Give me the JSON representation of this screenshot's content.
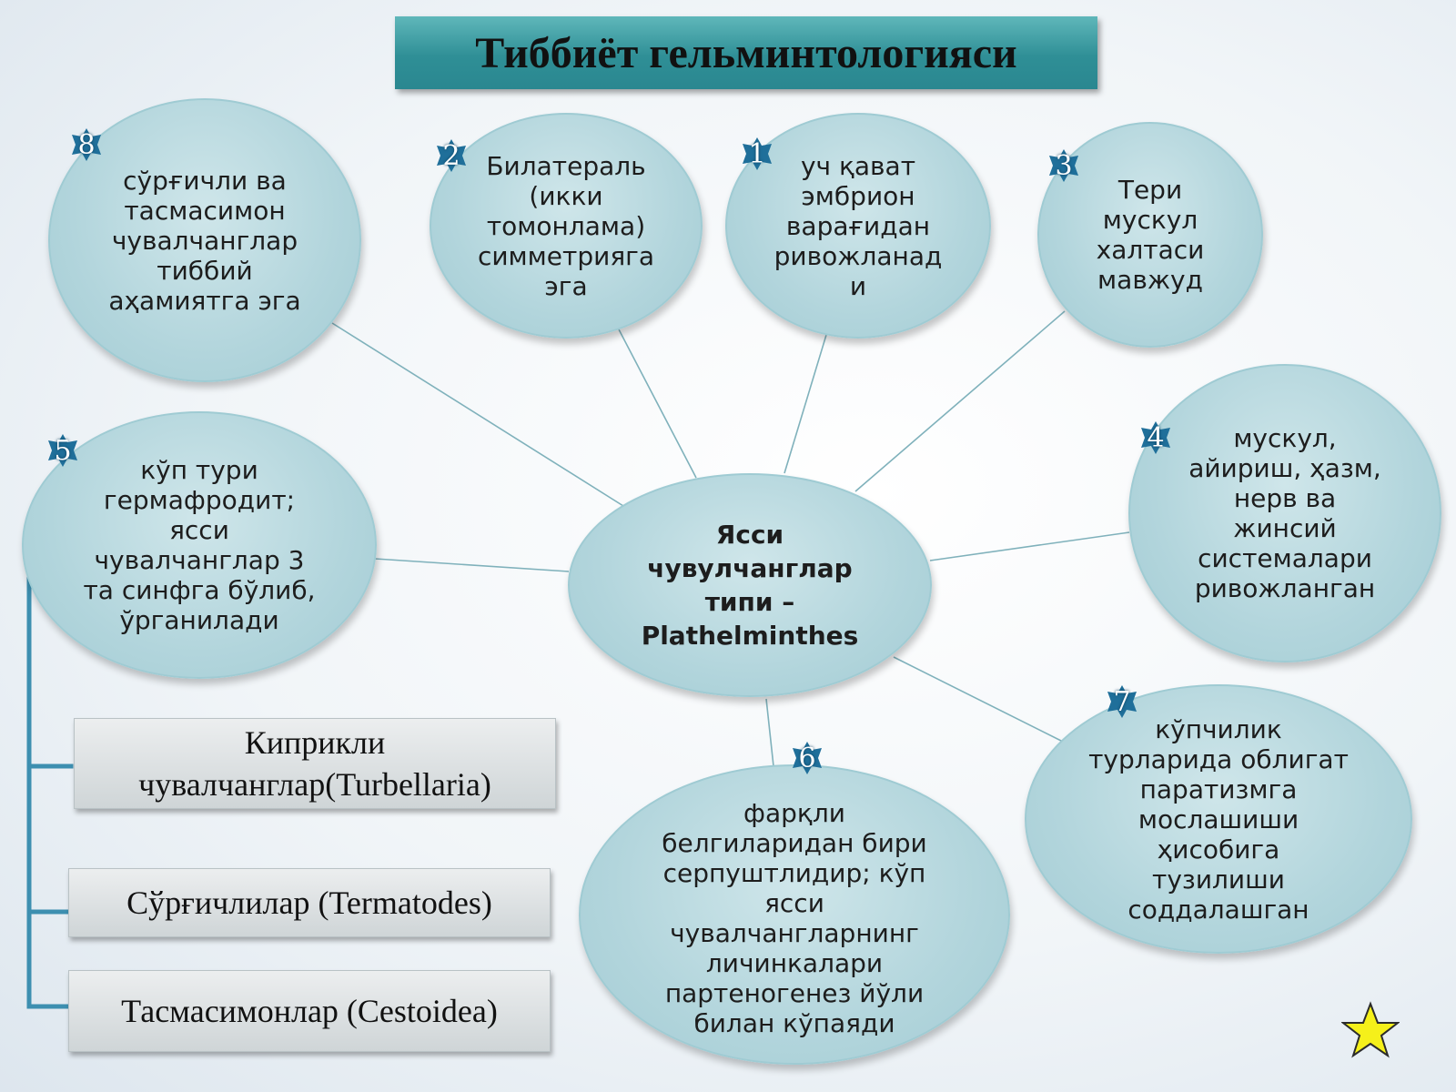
{
  "title": "Тиббиёт гельминтологияси",
  "center": {
    "lines": [
      "Ясси",
      "чувулчанглар",
      "типи –",
      "Plathelminthes"
    ]
  },
  "bubbles": [
    {
      "number": "8",
      "lines": [
        "сўрғичли ва",
        "тасмасимон",
        "чувалчанглар",
        "тиббий",
        "аҳамиятга эга"
      ]
    },
    {
      "number": "2",
      "lines": [
        "Билатераль",
        "(икки",
        "томонлама)",
        "симметрияга",
        "эга"
      ]
    },
    {
      "number": "1",
      "lines": [
        "уч қават",
        "эмбрион",
        "варағидан",
        "ривожланад",
        "и"
      ]
    },
    {
      "number": "3",
      "lines": [
        "Тери",
        "мускул",
        "халтаси",
        "мавжуд"
      ]
    },
    {
      "number": "5",
      "lines": [
        "кўп тури",
        "гермафродит;",
        "ясси",
        "чувалчанглар 3",
        "та синфга бўлиб,",
        "ўрганилади"
      ]
    },
    {
      "number": "4",
      "lines": [
        "мускул,",
        "айириш, ҳазм,",
        "нерв ва",
        "жинсий",
        "системалари",
        "ривожланган"
      ]
    },
    {
      "number": "6",
      "lines": [
        "фарқли",
        "белгиларидан бири",
        "серпуштлидир; кўп",
        "ясси",
        "чувалчангларнинг",
        "личинкалари",
        "партеногенез йўли",
        "билан кўпаяди"
      ]
    },
    {
      "number": "7",
      "lines": [
        "кўпчилик",
        "турларида облигат",
        "паратизмга",
        "мослашиши",
        "ҳисобига",
        "тузилиши",
        "соддалашган"
      ]
    }
  ],
  "classes": [
    {
      "lines": [
        "Киприкли",
        "чувалчанглар(Turbellaria)"
      ]
    },
    {
      "lines": [
        "Сўрғичлилар (Termatodes)"
      ]
    },
    {
      "lines": [
        "Тасмасимонлар (Cestoidea)"
      ]
    }
  ],
  "colors": {
    "title_bg": "#2f8f96",
    "bubble_fill": "#b2d5dc",
    "badge": "#1f6f9a",
    "connector": "#7fb1bb",
    "bracket": "#3d8fb0",
    "star": "#f5f01a"
  },
  "icons": {
    "badge_shape": "star-burst-icon",
    "corner_action": "star-icon"
  }
}
